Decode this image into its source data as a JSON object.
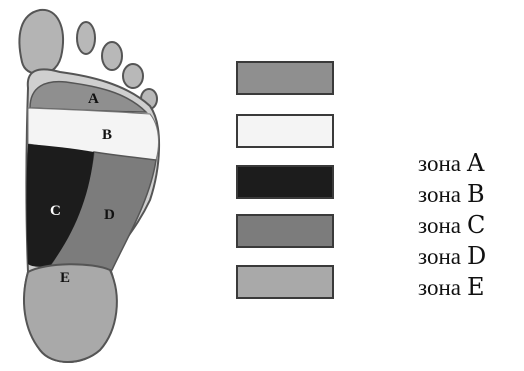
{
  "zones": [
    {
      "letter": "A",
      "color": "#8f8f8f"
    },
    {
      "letter": "B",
      "color": "#f4f4f4"
    },
    {
      "letter": "C",
      "color": "#1c1c1c"
    },
    {
      "letter": "D",
      "color": "#7c7c7c"
    },
    {
      "letter": "E",
      "color": "#a9a9a9"
    }
  ],
  "legend": {
    "prefix": "зона",
    "items": [
      "A",
      "B",
      "C",
      "D",
      "E"
    ]
  }
}
